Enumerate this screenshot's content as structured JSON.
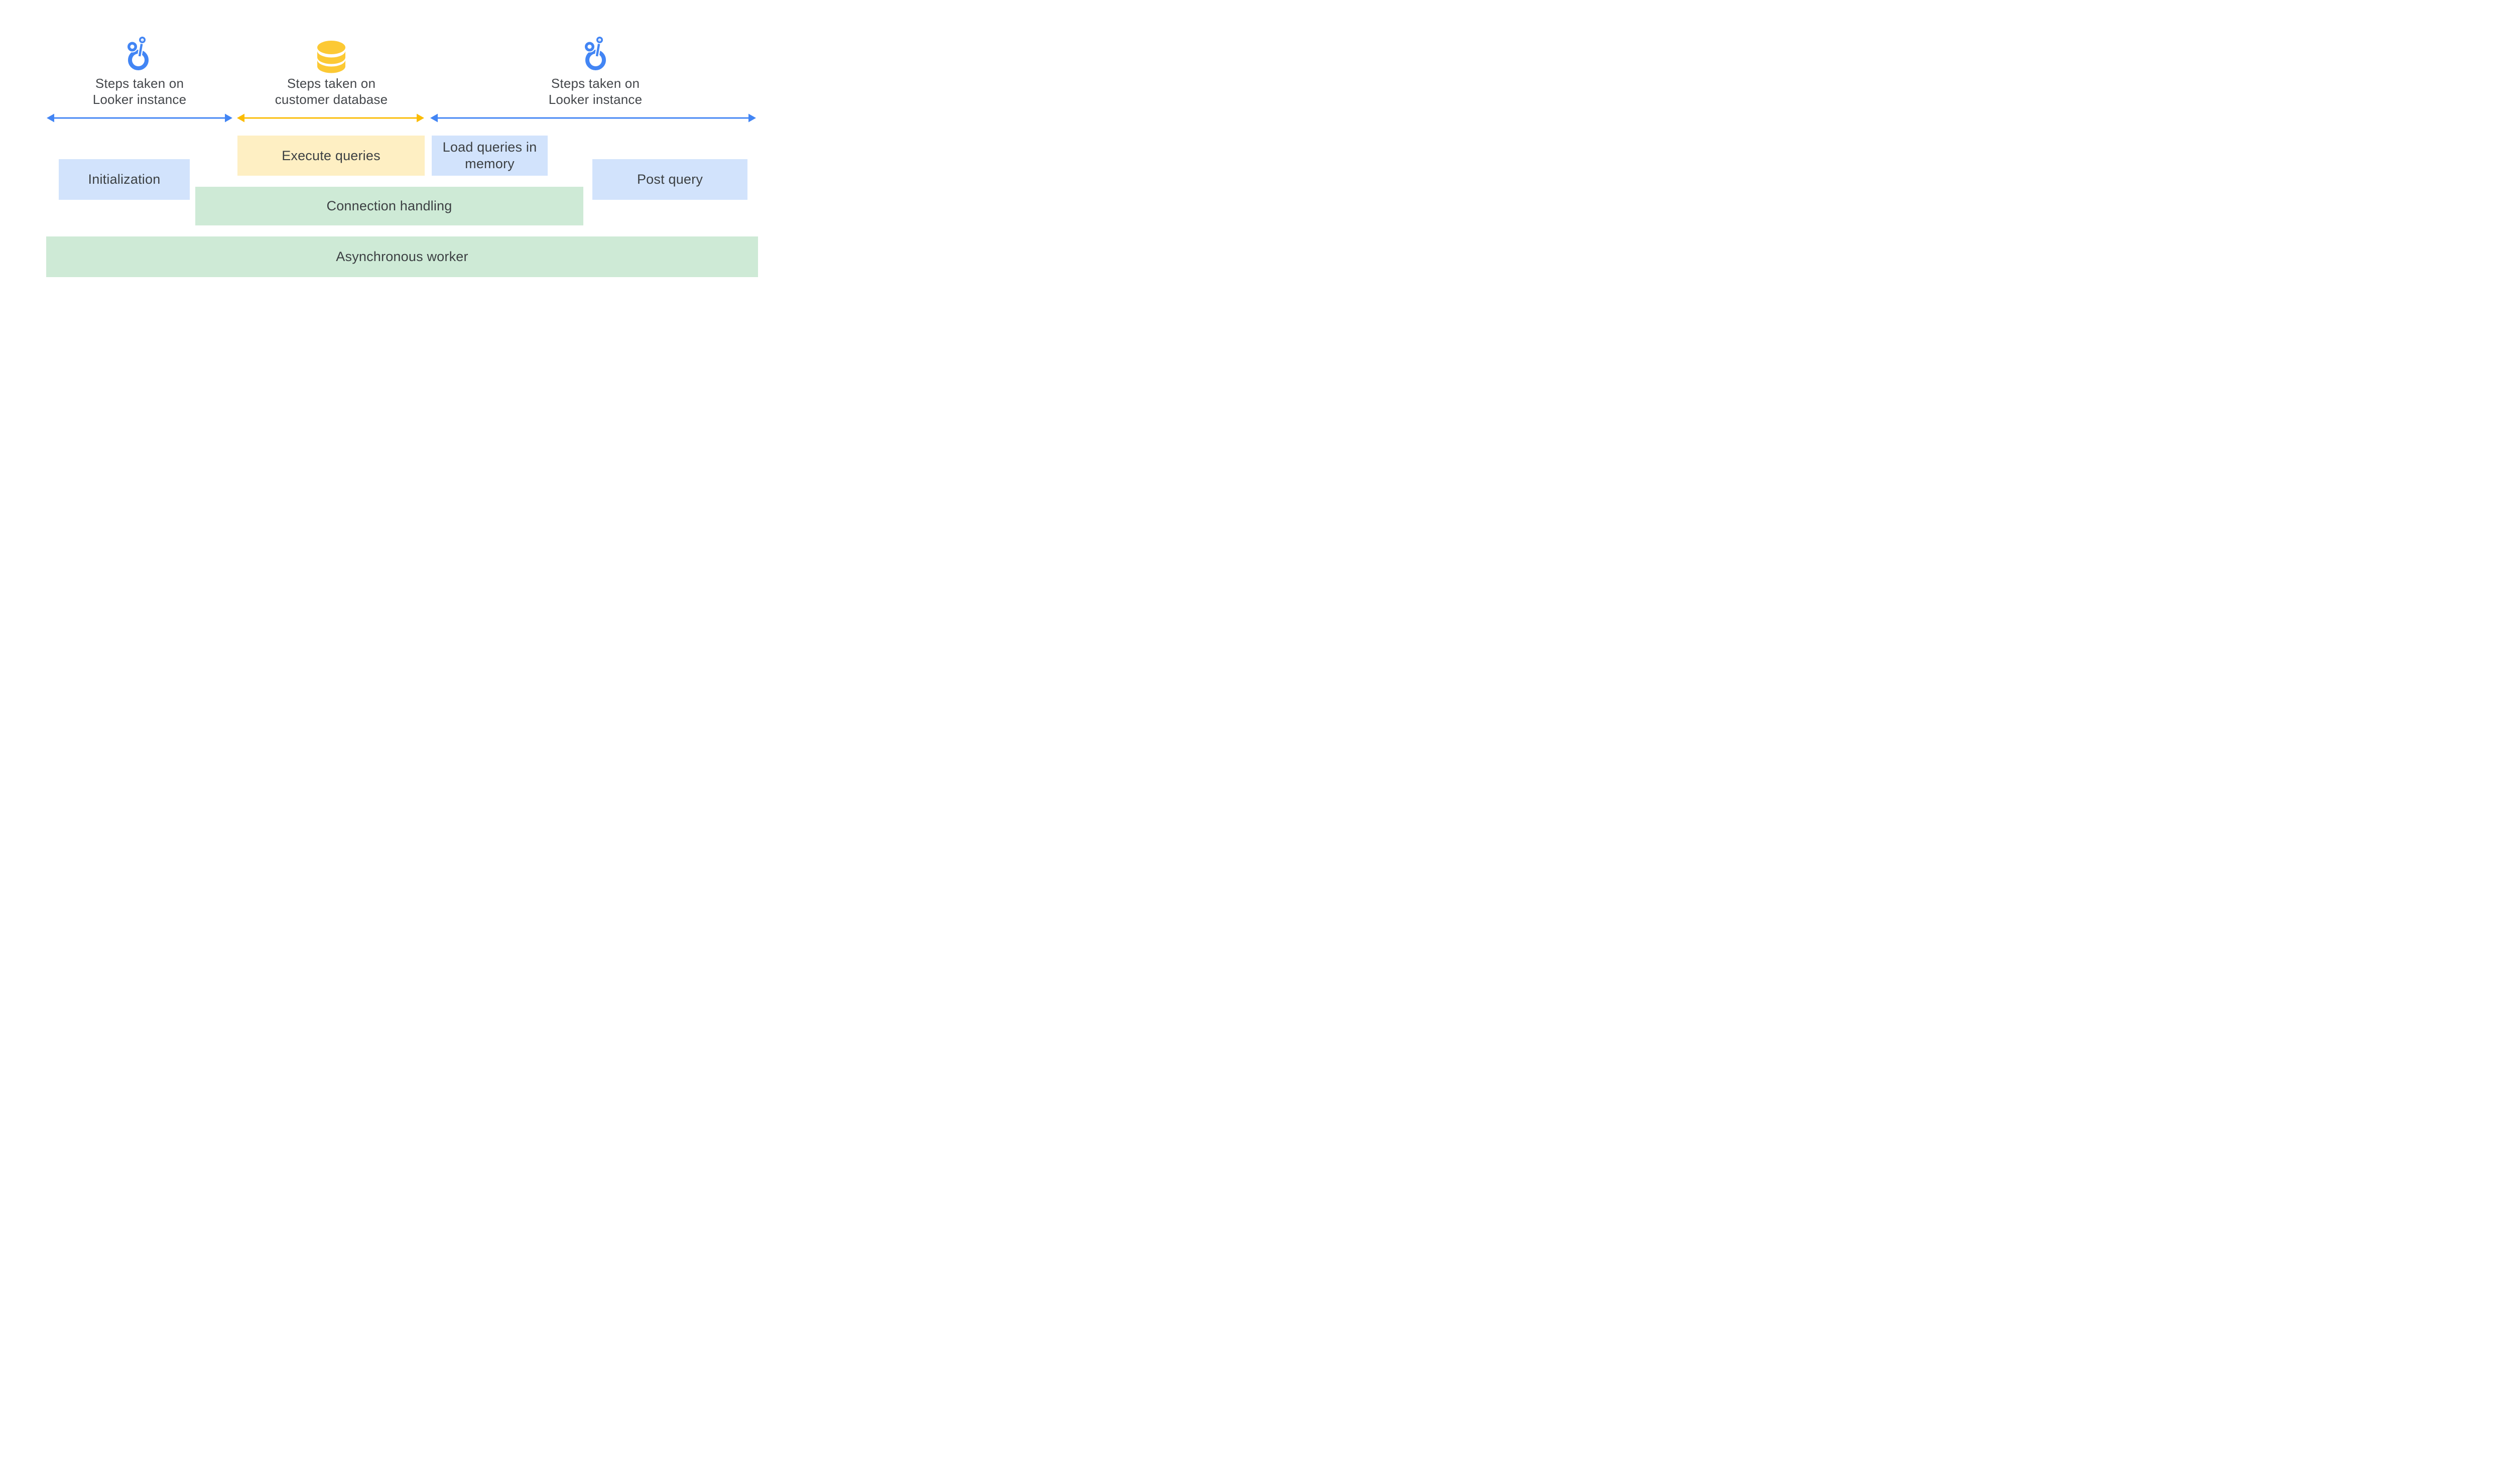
{
  "palette": {
    "accent_blue": "#4285F4",
    "accent_yellow": "#FBBC04",
    "database_icon_yellow": "#FCC934",
    "box_light_blue": "#D2E3FC",
    "box_light_yellow": "#FEEFC3",
    "box_light_green": "#CEEAD6",
    "text_dark_gray": "#3C4043"
  },
  "header": {
    "left": {
      "icon": "looker-logo",
      "line1": "Steps taken on",
      "line2": "Looker instance"
    },
    "center": {
      "icon": "database",
      "line1": "Steps taken on",
      "line2": "customer database"
    },
    "right": {
      "icon": "looker-logo",
      "line1": "Steps taken on",
      "line2": "Looker instance"
    }
  },
  "boxes": {
    "initialization": "Initialization",
    "execute_queries": "Execute queries",
    "load_queries_in_memory": "Load queries in memory",
    "post_query": "Post query",
    "connection_handling": "Connection handling",
    "asynchronous_worker": "Asynchronous worker"
  }
}
